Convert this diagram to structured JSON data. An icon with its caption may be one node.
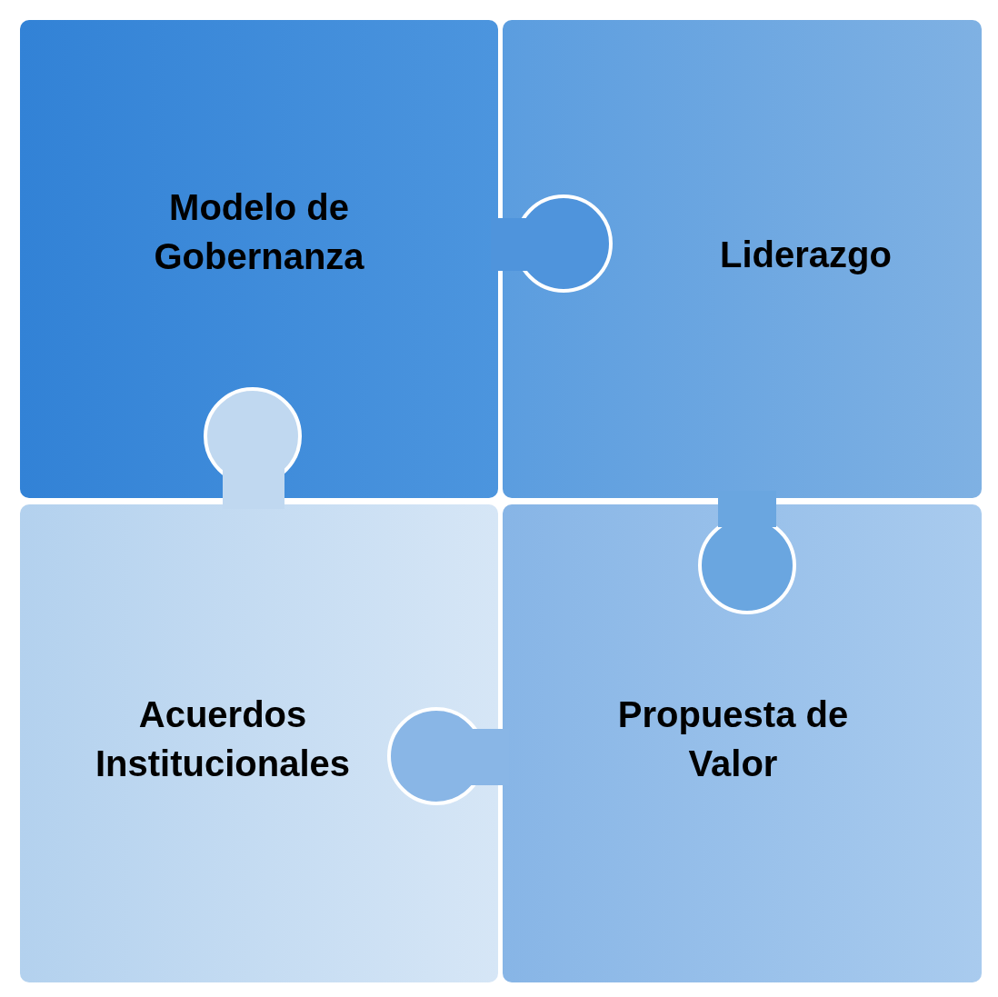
{
  "diagram": {
    "nodes": [
      {
        "text": [
          "Modelo de Gobernanza"
        ]
      },
      {
        "text": [
          "Liderazgo"
        ]
      },
      {
        "text": [
          "Acuerdos Institucionales"
        ]
      },
      {
        "text": [
          "Propuesta de Valor"
        ]
      }
    ]
  }
}
